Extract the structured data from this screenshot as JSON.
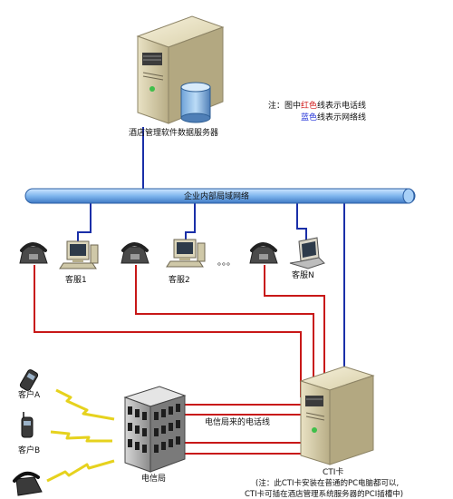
{
  "server_label": "酒店管理软件数据服务器",
  "network_label": "企业内部局域网络",
  "note": {
    "line1_prefix": "注：图中",
    "line1_color_word": "红色",
    "line1_suffix": "线表示电话线",
    "line2_color_word": "蓝色",
    "line2_suffix": "线表示网络线"
  },
  "agents": {
    "agent1": "客服1",
    "agent2": "客服2",
    "agentN": "客服N",
    "ellipsis": "。。。"
  },
  "customers": {
    "a": "客户A",
    "b": "客户B"
  },
  "telecom_label": "电信局",
  "telecom_lines_label": "电信局来的电话线",
  "cti_label": "CTI卡",
  "cti_note_line1": "(注：此CTI卡安装在普通的PC电脑都可以,",
  "cti_note_line2": "CTI卡可插在酒店管理系统服务器的PCI插槽中)",
  "colors": {
    "phone_line": "#c81818",
    "network_line": "#1a2fa8",
    "network_bus": "#7fb6ee",
    "lightning": "#e6d21e"
  }
}
